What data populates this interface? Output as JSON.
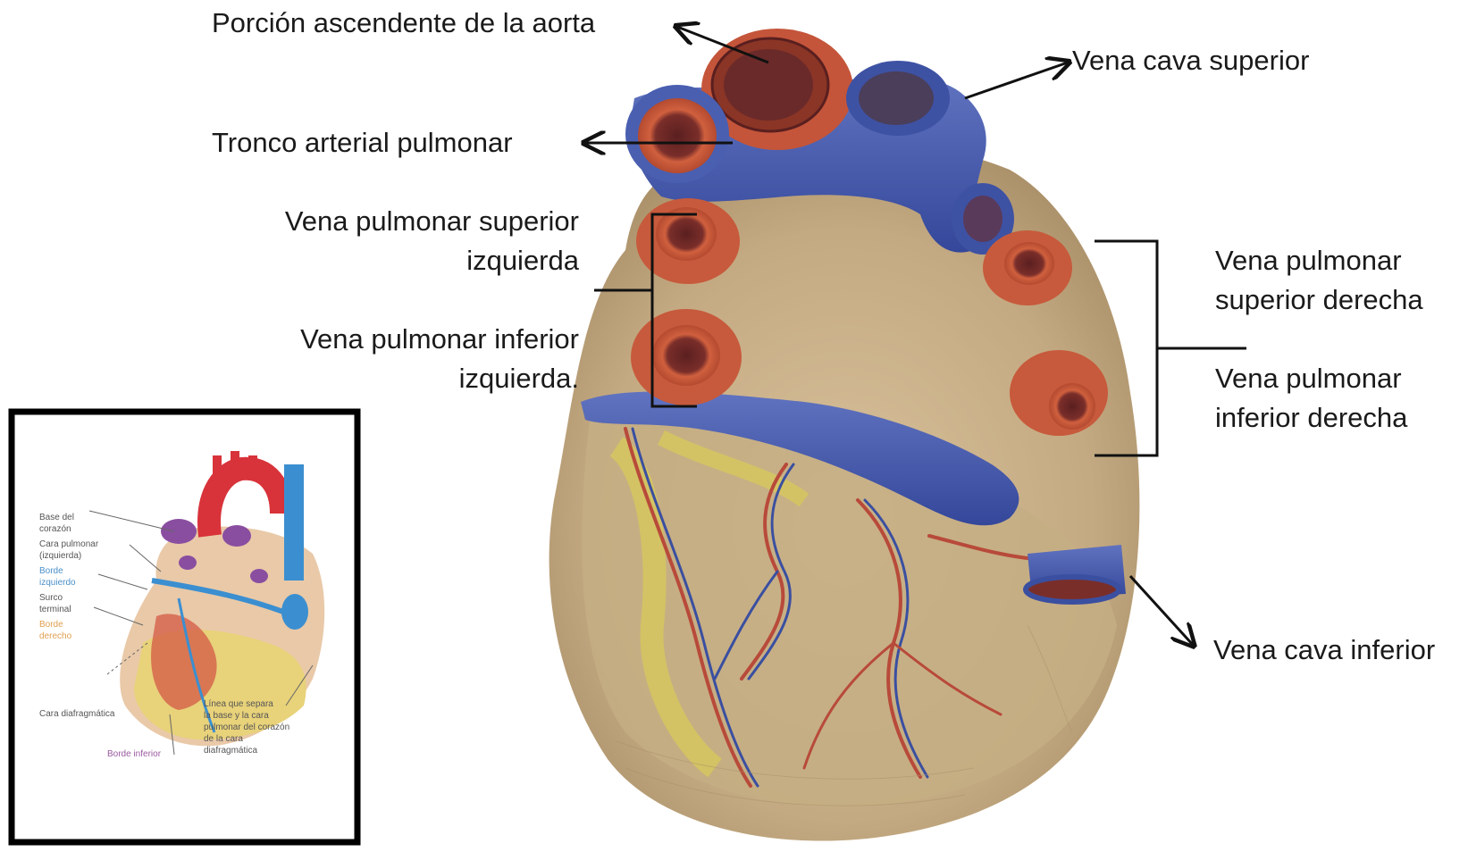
{
  "labels": {
    "aorta": "Porción ascendente de la aorta",
    "vcs": "Vena cava superior",
    "tronco": "Tronco arterial pulmonar",
    "vpsi_1": "Vena pulmonar superior",
    "vpsi_2": "izquierda",
    "vpii_1": "Vena pulmonar inferior",
    "vpii_2": "izquierda.",
    "vpsd_1": "Vena pulmonar",
    "vpsd_2": "superior derecha",
    "vpid_1": "Vena pulmonar",
    "vpid_2": "inferior derecha",
    "vci": "Vena cava inferior"
  },
  "inset": {
    "labels": {
      "base_1": "Base del",
      "base_2": "corazón",
      "cara_pulm_1": "Cara pulmonar",
      "cara_pulm_2": "(izquierda)",
      "borde_izq_1": "Borde",
      "borde_izq_2": "izquierdo",
      "surco_1": "Surco",
      "surco_2": "terminal",
      "borde_der_1": "Borde",
      "borde_der_2": "derecho",
      "cara_diaf": "Cara diafragmática",
      "linea_1": "Línea que separa",
      "linea_2": "la base y la cara",
      "linea_3": "pulmonar del corazón",
      "linea_4": "de la cara",
      "linea_5": "diafragmática",
      "borde_inf": "Borde inferior"
    }
  },
  "colors": {
    "model_tan": "#c9b08a",
    "vein_blue": "#4a5fb0",
    "artery_red": "#c4553a",
    "lumen_dark": "#6b2a2a",
    "fat_yellow": "#d9cc57",
    "inset_blue_label": "#4a90c8",
    "inset_orange_label": "#e0a050",
    "inset_purple_label": "#9a5aa0"
  }
}
